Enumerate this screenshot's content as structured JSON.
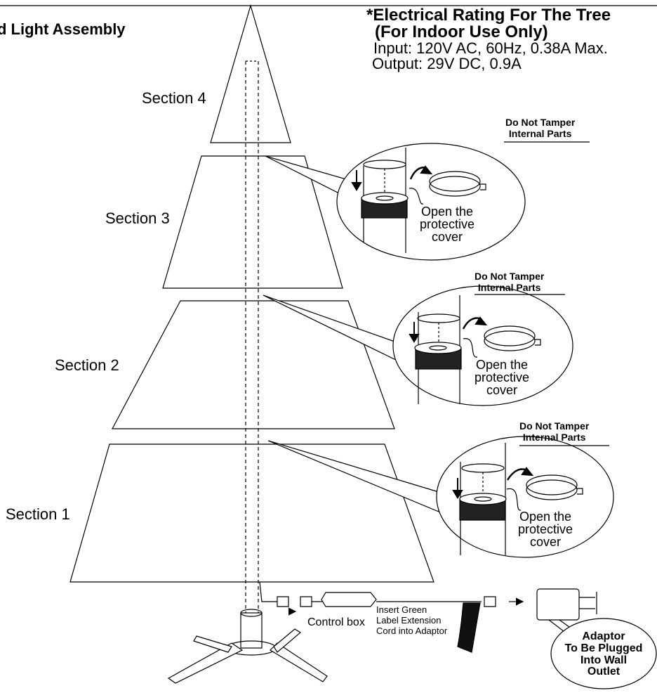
{
  "title": "d Light Assembly",
  "rating": {
    "heading1": "*Electrical Rating For The Tree",
    "heading2": "(For Indoor Use Only)",
    "input": "Input: 120V AC, 60Hz, 0.38A Max.",
    "output": "Output: 29V DC, 0.9A"
  },
  "sections": [
    "Section 4",
    "Section 3",
    "Section 2",
    "Section 1"
  ],
  "callouts": [
    {
      "warning1": "Do Not Tamper",
      "warning2": "Internal Parts",
      "open1": "Open the",
      "open2": "protective",
      "open3": "cover"
    },
    {
      "warning1": "Do Not Tamper",
      "warning2": "Internal Parts",
      "open1": "Open the",
      "open2": "protective",
      "open3": "cover"
    },
    {
      "warning1": "Do Not Tamper",
      "warning2": "Internal Parts",
      "open1": "Open the",
      "open2": "protective",
      "open3": "cover"
    }
  ],
  "control_box_label": "Control box",
  "extension": [
    "Insert Green",
    "Label Extension",
    "Cord into Adaptor"
  ],
  "adaptor": [
    "Adaptor",
    "To Be Plugged",
    "Into Wall",
    "Outlet"
  ],
  "icons": [
    "down-arrow-icon",
    "curved-arrow-icon",
    "plug-icon",
    "connector-icon"
  ]
}
